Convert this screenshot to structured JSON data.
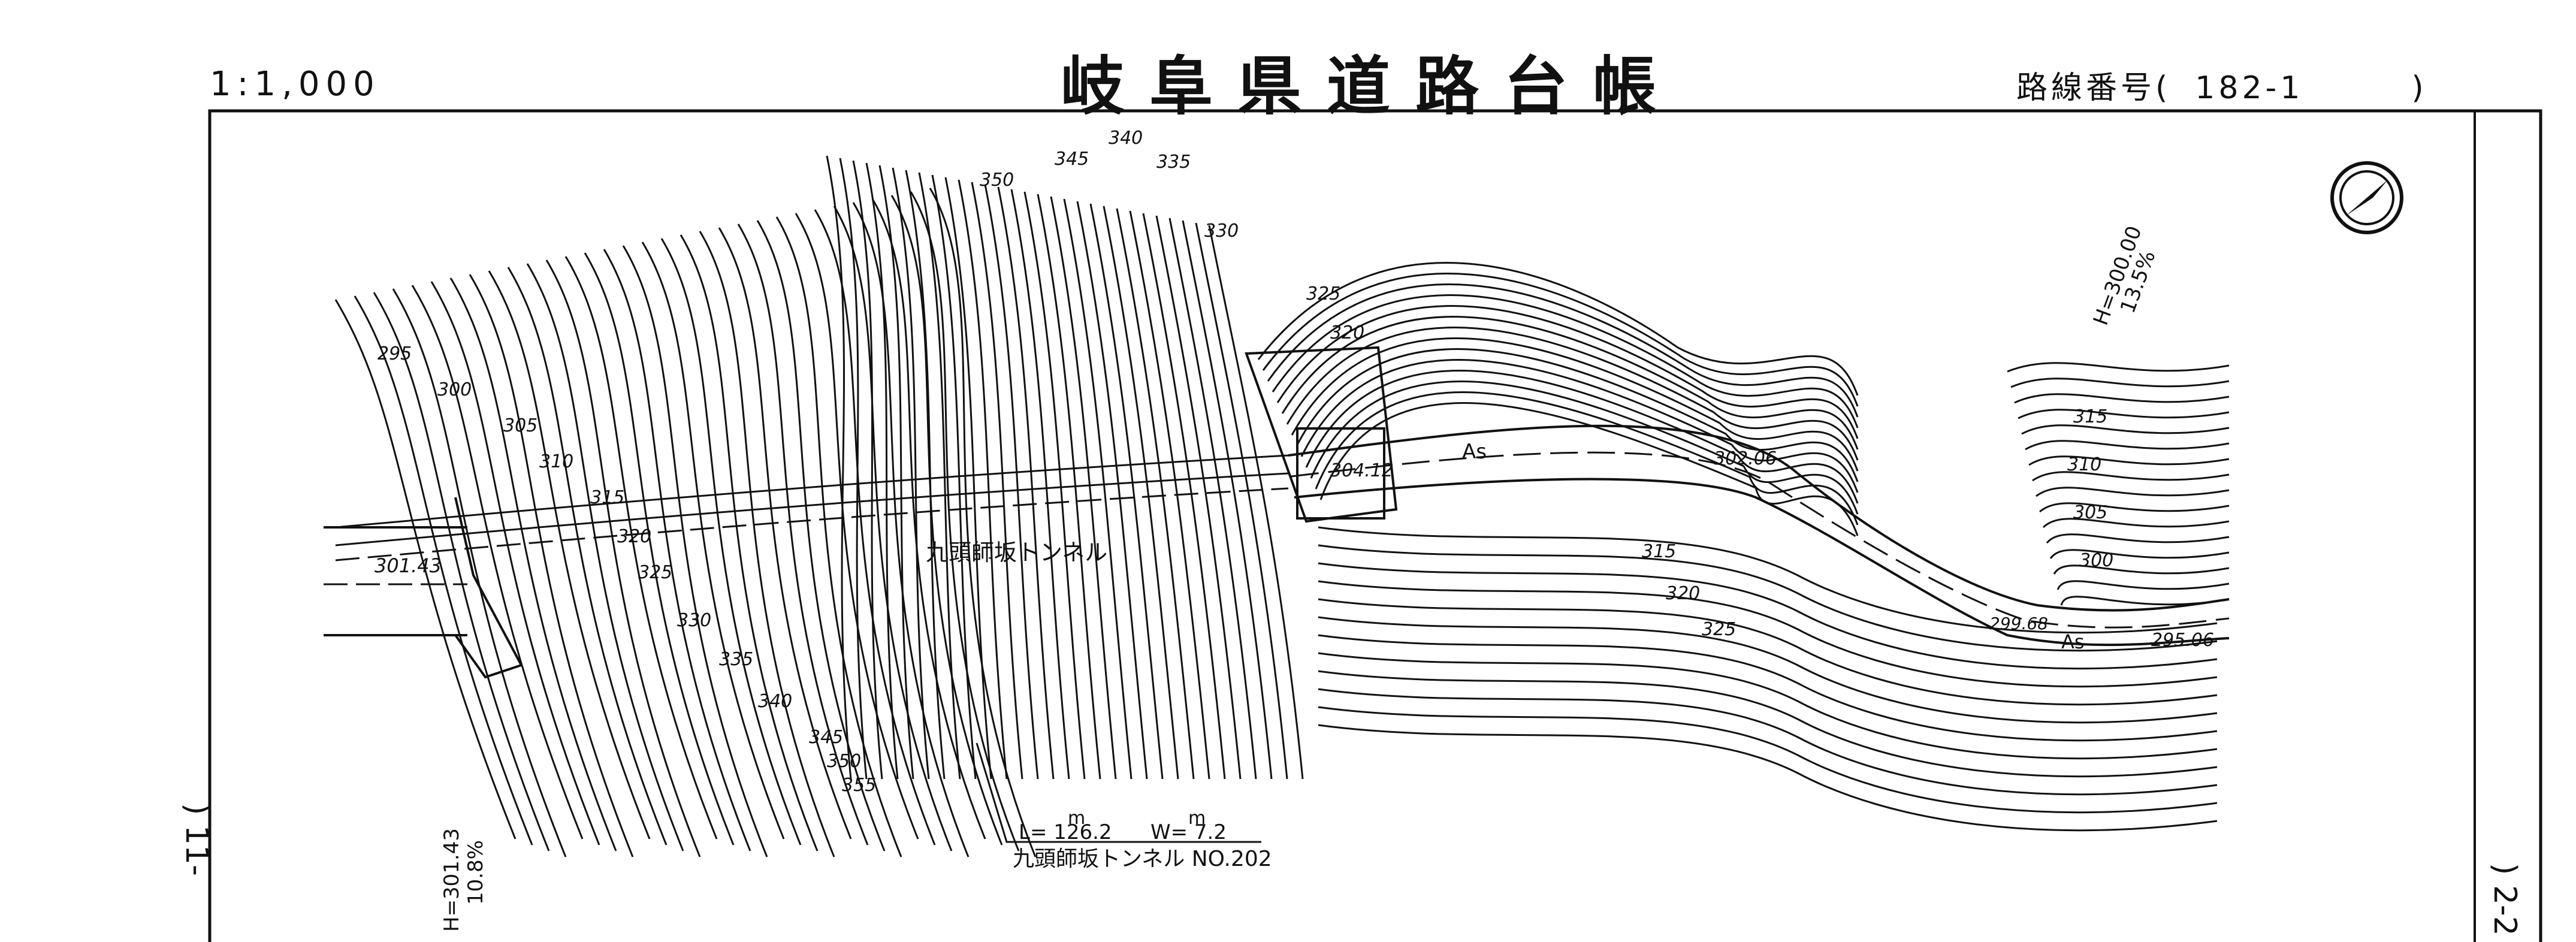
{
  "header": {
    "scale": "1:1,000",
    "title": "岐阜県道路台帳",
    "route_label": "路線番号(",
    "route_number": "182-1",
    "route_close": ")"
  },
  "tunnel": {
    "name_on_map": "九頭師坂トンネル",
    "unit_length": "m",
    "unit_width": "m",
    "length": "L= 126.2",
    "width": "W= 7.2",
    "caption": "九頭師坂トンネル NO.202"
  },
  "elevations": {
    "west_portal": "301.43",
    "tunnel_east": "304.12",
    "road_mid": "302.06",
    "east_a": "299.68",
    "east_b": "295.06"
  },
  "grades": {
    "left_h": "H=301.43",
    "left_pct": "10.8%",
    "right_h": "H=300.00",
    "right_pct": "13.5%"
  },
  "surface": "As",
  "contour_labels": [
    "295",
    "300",
    "305",
    "310",
    "315",
    "320",
    "325",
    "330",
    "335",
    "340",
    "345",
    "350",
    "355",
    "330",
    "335",
    "340",
    "345",
    "350",
    "325",
    "320",
    "315",
    "320",
    "325",
    "315",
    "310",
    "305",
    "300"
  ],
  "edges": {
    "left": ") 11-",
    "right": ") 2-2"
  }
}
